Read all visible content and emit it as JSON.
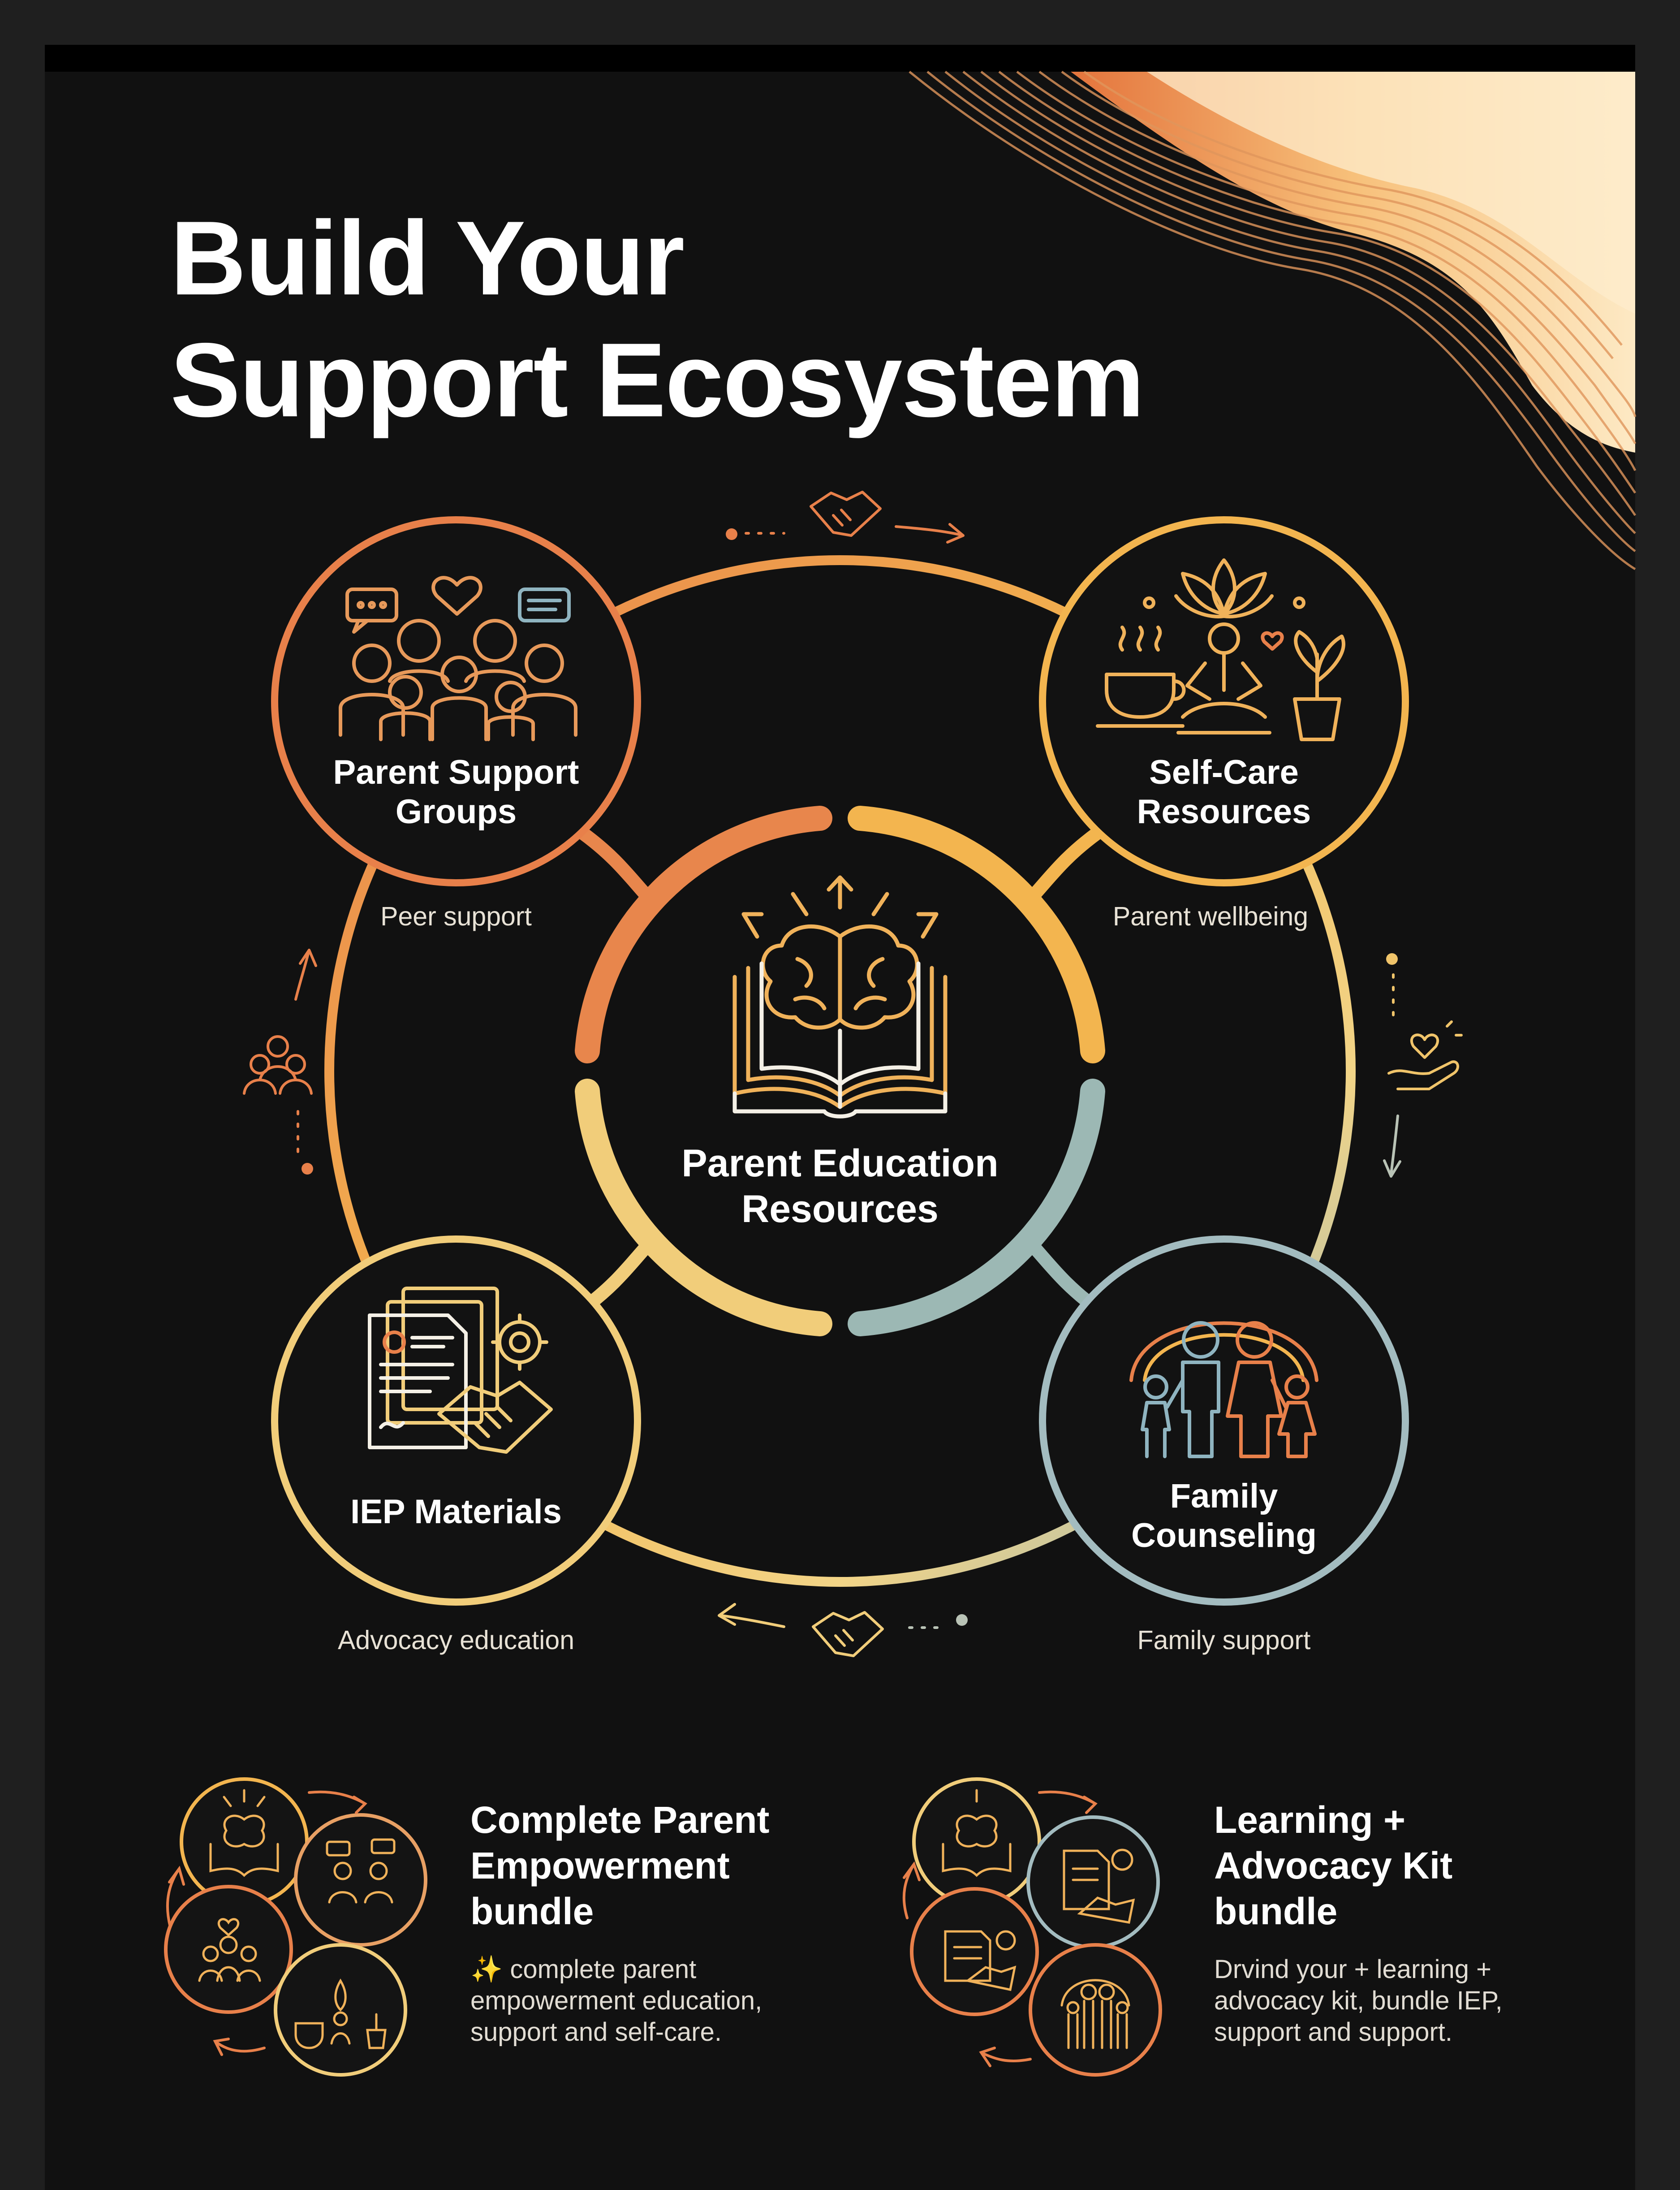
{
  "title": {
    "line1": "Build Your",
    "line2": "Support Ecosystem"
  },
  "colors": {
    "background": "#111111",
    "orange": "#e8804a",
    "amber": "#f3b54f",
    "gold": "#f2c56a",
    "teal": "#8fb4c0",
    "cream": "#fce6b8"
  },
  "center": {
    "line1": "Parent Education",
    "line2": "Resources",
    "icon": "brain-book-icon"
  },
  "nodes": {
    "support": {
      "line1": "Parent Support",
      "line2": "Groups",
      "sub": "Peer support",
      "icon": "family-group-chat-icon"
    },
    "selfcare": {
      "line1": "Self-Care",
      "line2": "Resources",
      "sub": "Parent wellbeing",
      "icon": "lotus-meditation-icon"
    },
    "iep": {
      "line1": "IEP Materials",
      "sub": "Advocacy education",
      "icon": "document-handshake-icon"
    },
    "family": {
      "line1": "Family",
      "line2": "Counseling",
      "sub": "Family support",
      "icon": "family-arch-icon"
    }
  },
  "connectors": [
    "handshake-icon",
    "people-group-icon",
    "heart-hand-icon",
    "handshake-icon"
  ],
  "bundles": [
    {
      "title1": "Complete Parent",
      "title2": "Empowerment",
      "title3": "bundle",
      "desc1": "✨ complete parent",
      "desc2": "empowerment education,",
      "desc3": "support and self-care."
    },
    {
      "title1": "Learning +",
      "title2": "Advocacy Kit",
      "title3": "bundle",
      "desc1": "Drvind your + learning +",
      "desc2": "advocacy kit, bundle IEP,",
      "desc3": "support and support."
    }
  ]
}
